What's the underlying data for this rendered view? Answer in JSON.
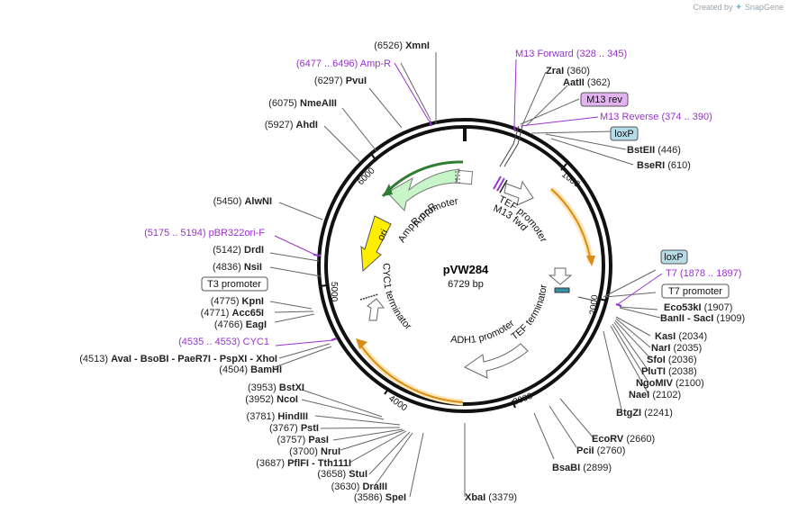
{
  "brand": {
    "created_by": "Created by",
    "name": "SnapGene"
  },
  "map": {
    "name": "pVW284",
    "length_label": "6729 bp",
    "length": 6729
  },
  "ticks": [
    {
      "pos": 1000,
      "label": "1000"
    },
    {
      "pos": 2000,
      "label": "2000"
    },
    {
      "pos": 3000,
      "label": "3000"
    },
    {
      "pos": 4000,
      "label": "4000"
    },
    {
      "pos": 5000,
      "label": "5000"
    },
    {
      "pos": 6000,
      "label": "6000"
    }
  ],
  "sites": [
    {
      "name": "XmnI",
      "pos": "(6526)"
    },
    {
      "name": "PvuI",
      "pos": "(6297)"
    },
    {
      "name": "NmeAIII",
      "pos": "(6075)"
    },
    {
      "name": "AhdI",
      "pos": "(5927)"
    },
    {
      "name": "AlwNI",
      "pos": "(5450)"
    },
    {
      "name": "DrdI",
      "pos": "(5142)"
    },
    {
      "name": "NsiI",
      "pos": "(4836)"
    },
    {
      "name": "KpnI",
      "pos": "(4775)"
    },
    {
      "name": "Acc65I",
      "pos": "(4771)"
    },
    {
      "name": "EagI",
      "pos": "(4766)"
    },
    {
      "name": "BamHI",
      "pos": "(4504)"
    },
    {
      "name": "BstXI",
      "pos": "(3953)"
    },
    {
      "name": "NcoI",
      "pos": "(3952)"
    },
    {
      "name": "HindIII",
      "pos": "(3781)"
    },
    {
      "name": "PstI",
      "pos": "(3767)"
    },
    {
      "name": "PasI",
      "pos": "(3757)"
    },
    {
      "name": "NruI",
      "pos": "(3700)"
    },
    {
      "name": "StuI",
      "pos": "(3658)"
    },
    {
      "name": "DraIII",
      "pos": "(3630)"
    },
    {
      "name": "SpeI",
      "pos": "(3586)"
    },
    {
      "name": "XbaI",
      "pos": "(3379)"
    },
    {
      "name": "BsaBI",
      "pos": "(2899)"
    },
    {
      "name": "PciI",
      "pos": "(2760)"
    },
    {
      "name": "EcoRV",
      "pos": "(2660)"
    },
    {
      "name": "BtgZI",
      "pos": "(2241)"
    },
    {
      "name": "NaeI",
      "pos": "(2102)"
    },
    {
      "name": "NgoMIV",
      "pos": "(2100)"
    },
    {
      "name": "PluTI",
      "pos": "(2038)"
    },
    {
      "name": "SfoI",
      "pos": "(2036)"
    },
    {
      "name": "NarI",
      "pos": "(2035)"
    },
    {
      "name": "KasI",
      "pos": "(2034)"
    },
    {
      "name": "Eco53kI",
      "pos": "(1907)"
    },
    {
      "name": "BseRI",
      "pos": "(610)"
    },
    {
      "name": "BstEII",
      "pos": "(446)"
    },
    {
      "name": "AatII",
      "pos": "(362)"
    },
    {
      "name": "ZraI",
      "pos": "(360)"
    }
  ],
  "multi_sites": {
    "avai_group": {
      "pos": "(4513)",
      "n1": "AvaI",
      "n2": "BsoBI",
      "n3": "PaeR7I",
      "n4": "PspXI",
      "n5": "XhoI",
      "sep": "-"
    },
    "pflfi_group": {
      "pos": "(3687)",
      "n1": "PflFI",
      "n2": "Tth111I",
      "sep": "-"
    },
    "banii_group": {
      "n1": "BanII",
      "n2": "SacI",
      "pos": "(1909)",
      "sep": "-"
    }
  },
  "primers": [
    {
      "name": "Amp-R",
      "range": "(6477 .. 6496)"
    },
    {
      "name": "pBR322ori-F",
      "range": "(5175 .. 5194)"
    },
    {
      "name": "CYC1",
      "range": "(4535 .. 4553)"
    },
    {
      "name": "M13 Forward",
      "range": "(328 .. 345)"
    },
    {
      "name": "M13 Reverse",
      "range": "(374 .. 390)"
    },
    {
      "name": "T7",
      "range": "(1878 .. 1897)"
    }
  ],
  "boxed": {
    "m13rev": "M13 rev",
    "loxp1": "loxP",
    "loxp2": "loxP",
    "t7prom": "T7 promoter",
    "t3prom": "T3 promoter"
  },
  "features": {
    "ampr": "AmpR",
    "ampr_promoter": "AmpR promoter",
    "ori": "ori",
    "cyc1_term": "CYC1 terminator",
    "tef_prom": "TEF promoter",
    "m13fwd": "M13 fwd",
    "tef_term": "TEF terminator",
    "adh1_prom": "ADH1 promoter"
  },
  "colors": {
    "ampr": "#c8f5c8",
    "ampr_edge": "#2e7d32",
    "ori": "#ffee00",
    "orange": "#f0a030",
    "orange_glow": "#fde6b8",
    "primer": "#9933cc",
    "m13rev_fill": "#e2b3f0",
    "loxp_fill": "#b5dbe6"
  }
}
